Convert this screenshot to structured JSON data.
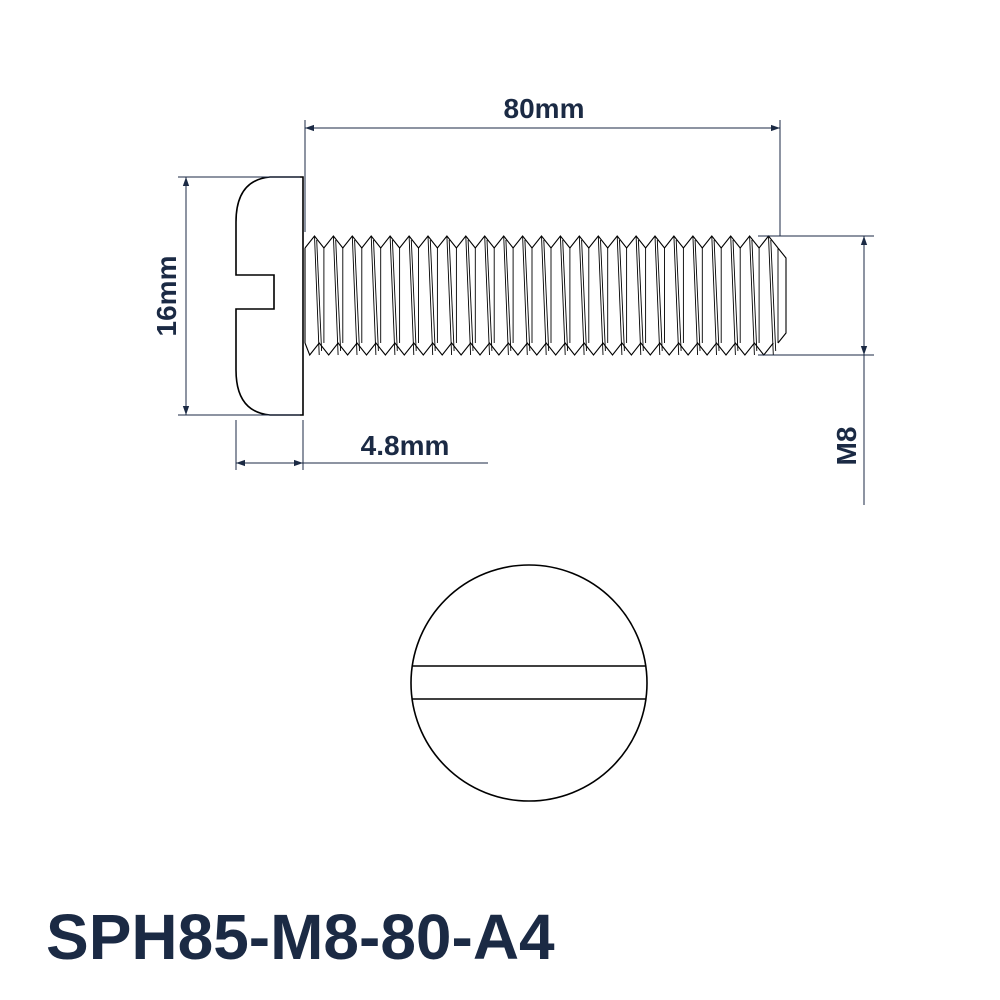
{
  "dimensions": {
    "length": "80mm",
    "head_diameter": "16mm",
    "head_height": "4.8mm",
    "thread": "M8"
  },
  "part_number": "SPH85-M8-80-A4",
  "colors": {
    "text": "#1b2a44",
    "outline": "#000000",
    "dimension_line": "#1b2a44"
  }
}
